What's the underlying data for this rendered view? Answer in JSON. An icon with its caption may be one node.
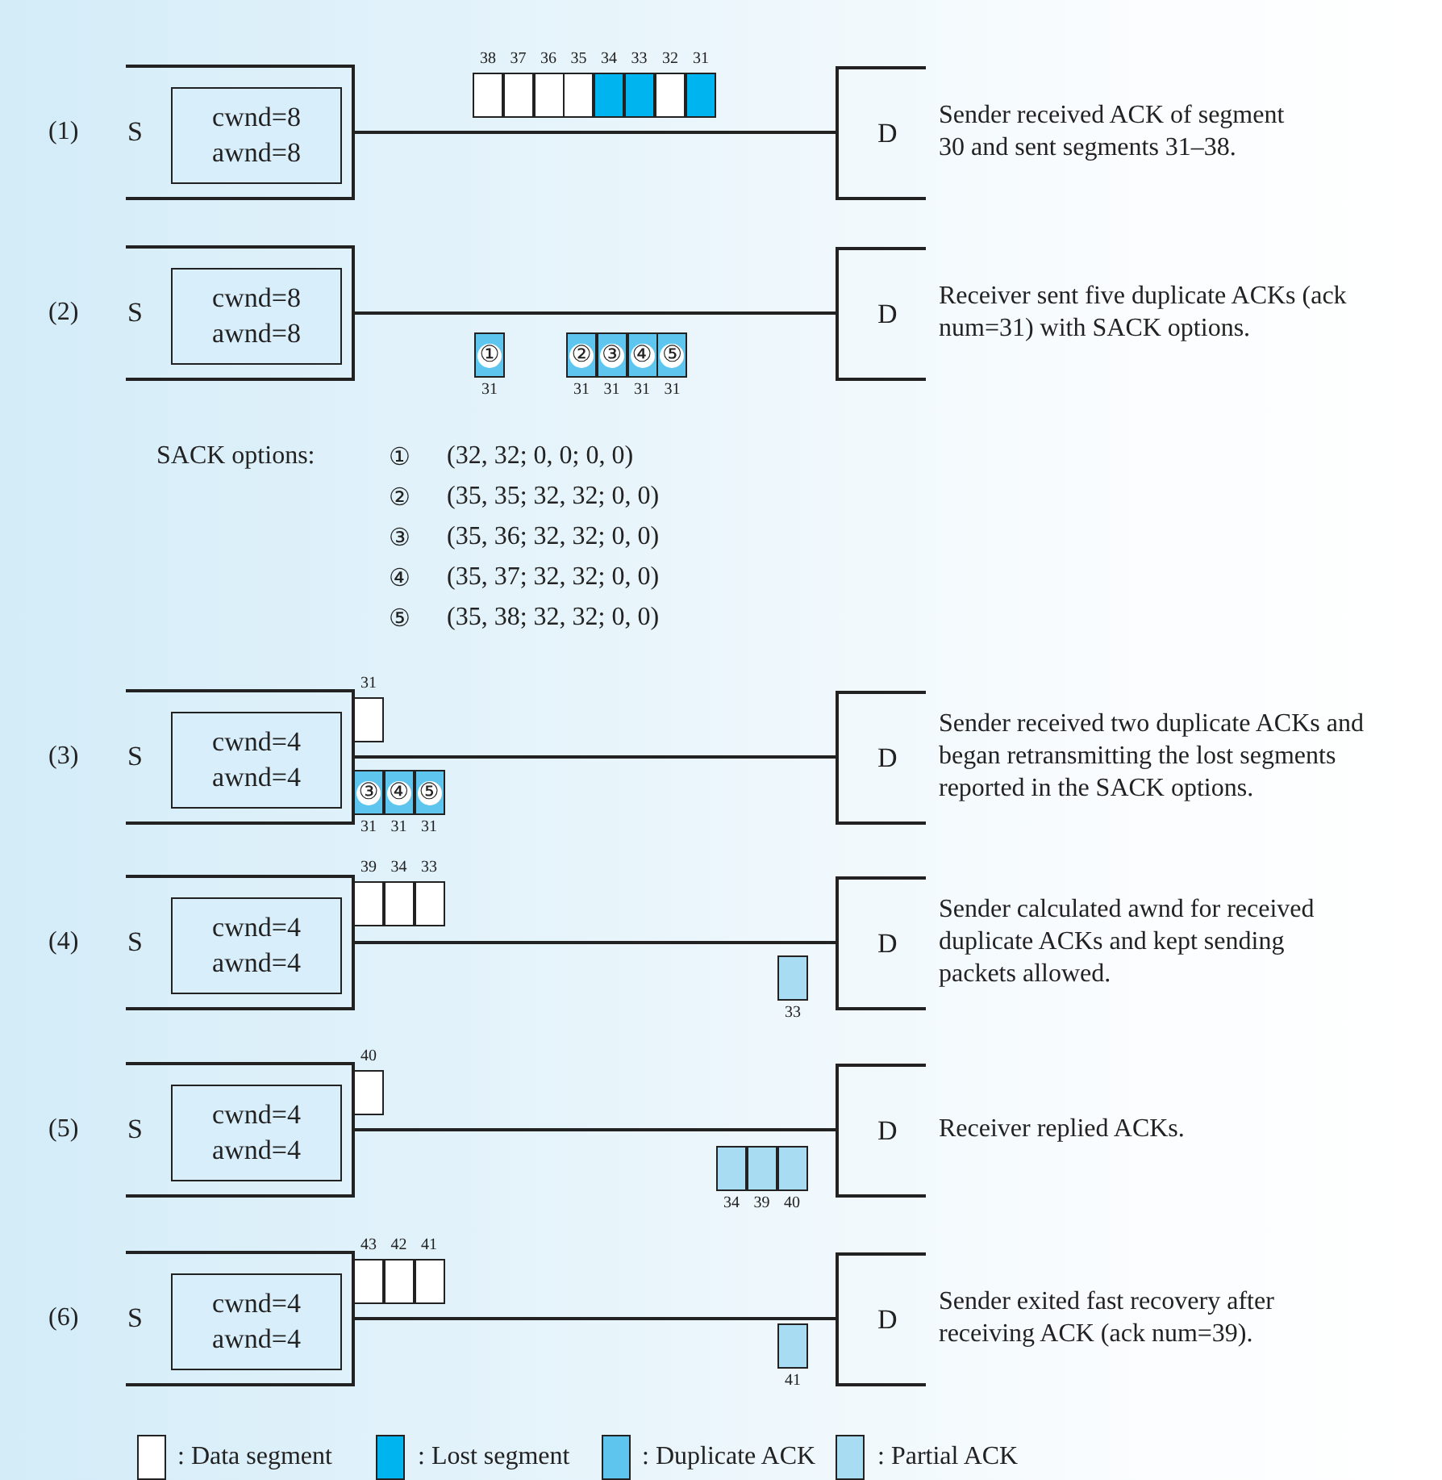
{
  "diagram": {
    "nodes": [
      {
        "text": [
          "S"
        ]
      },
      {
        "text": [
          "cwnd=8",
          "awnd=8"
        ],
        "in": 0
      },
      {
        "text": [
          "D"
        ]
      },
      {
        "text": [],
        "shape": "box",
        "beside": [
          "38"
        ]
      },
      {
        "text": [],
        "shape": "box",
        "beside": [
          "37"
        ]
      },
      {
        "text": [],
        "shape": "box",
        "beside": [
          "36"
        ]
      },
      {
        "text": [],
        "shape": "box",
        "beside": [
          "35"
        ]
      },
      {
        "text": [],
        "shape": "box",
        "beside": [
          "34"
        ]
      },
      {
        "text": [],
        "shape": "box",
        "beside": [
          "33"
        ]
      },
      {
        "text": [],
        "shape": "box",
        "beside": [
          "32"
        ]
      },
      {
        "text": [],
        "shape": "box",
        "beside": [
          "31"
        ]
      },
      {
        "text": [
          "S"
        ]
      },
      {
        "text": [
          "cwnd=8",
          "awnd=8"
        ],
        "in": 11
      },
      {
        "text": [
          "D"
        ]
      },
      {
        "text": [
          "①"
        ],
        "beside": [
          "31"
        ]
      },
      {
        "text": [
          "②"
        ],
        "beside": [
          "31"
        ]
      },
      {
        "text": [
          "③"
        ],
        "beside": [
          "31"
        ]
      },
      {
        "text": [
          "④"
        ],
        "beside": [
          "31"
        ]
      },
      {
        "text": [
          "⑤"
        ],
        "beside": [
          "31"
        ]
      },
      {
        "text": [
          "S"
        ]
      },
      {
        "text": [
          "cwnd=4",
          "awnd=4"
        ],
        "in": 19
      },
      {
        "text": [
          "D"
        ]
      },
      {
        "text": [],
        "shape": "box",
        "beside": [
          "31"
        ]
      },
      {
        "text": [
          "③"
        ],
        "beside": [
          "31"
        ]
      },
      {
        "text": [
          "④"
        ],
        "beside": [
          "31"
        ]
      },
      {
        "text": [
          "⑤"
        ],
        "beside": [
          "31"
        ]
      },
      {
        "text": [
          "S"
        ]
      },
      {
        "text": [
          "cwnd=4",
          "awnd=4"
        ],
        "in": 26
      },
      {
        "text": [
          "D"
        ]
      },
      {
        "text": [],
        "shape": "box",
        "beside": [
          "39"
        ]
      },
      {
        "text": [],
        "shape": "box",
        "beside": [
          "34"
        ]
      },
      {
        "text": [],
        "shape": "box",
        "beside": [
          "33"
        ]
      },
      {
        "text": [],
        "shape": "box",
        "beside": [
          "33"
        ]
      },
      {
        "text": [
          "S"
        ]
      },
      {
        "text": [
          "cwnd=4",
          "awnd=4"
        ],
        "in": 33
      },
      {
        "text": [
          "D"
        ]
      },
      {
        "text": [],
        "shape": "box",
        "beside": [
          "40"
        ]
      },
      {
        "text": [],
        "shape": "box",
        "beside": [
          "34"
        ]
      },
      {
        "text": [],
        "shape": "box",
        "beside": [
          "39"
        ]
      },
      {
        "text": [],
        "shape": "box",
        "beside": [
          "40"
        ]
      },
      {
        "text": [
          "S"
        ]
      },
      {
        "text": [
          "cwnd=4",
          "awnd=4"
        ],
        "in": 40
      },
      {
        "text": [
          "D"
        ]
      },
      {
        "text": [],
        "shape": "box",
        "beside": [
          "43"
        ]
      },
      {
        "text": [],
        "shape": "box",
        "beside": [
          "42"
        ]
      },
      {
        "text": [],
        "shape": "box",
        "beside": [
          "41"
        ]
      },
      {
        "text": [],
        "shape": "box",
        "beside": [
          "41"
        ]
      }
    ],
    "edges": [
      {
        "from": 0,
        "to": 2,
        "arrow": "none"
      },
      {
        "from": 11,
        "to": 13,
        "arrow": "none"
      },
      {
        "from": 19,
        "to": 21,
        "arrow": "none"
      },
      {
        "from": 26,
        "to": 28,
        "arrow": "none"
      },
      {
        "from": 33,
        "to": 35,
        "arrow": "none"
      },
      {
        "from": 40,
        "to": 42,
        "arrow": "none"
      }
    ],
    "labels": [
      "(1)",
      "Sender received ACK of segment 30 and sent segments 31–38.",
      "(2)",
      "Receiver sent five duplicate ACKs (ack num=31) with SACK options.",
      "SACK options:",
      "①",
      "(32, 32; 0, 0; 0, 0)",
      "②",
      "(35, 35; 32, 32; 0, 0)",
      "③",
      "(35, 36; 32, 32; 0, 0)",
      "④",
      "(35, 37; 32, 32; 0, 0)",
      "⑤",
      "(35, 38; 32, 32; 0, 0)",
      "(3)",
      "Sender received two duplicate ACKs and began retransmitting the lost segments reported in the SACK options.",
      "(4)",
      "Sender calculated awnd for received duplicate ACKs and kept sending packets allowed.",
      "(5)",
      "Receiver replied ACKs.",
      "(6)",
      "Sender exited fast recovery after receiving ACK (ack num=39)."
    ],
    "legend": [
      {
        "text": ": Data segment",
        "color": "#ffffff"
      },
      {
        "text": ": Lost segment",
        "color": "#00b4ef"
      },
      {
        "text": ": Duplicate ACK",
        "color": "#5ec5ee"
      },
      {
        "text": ": Partial ACK",
        "color": "#a8dcf3"
      }
    ]
  }
}
